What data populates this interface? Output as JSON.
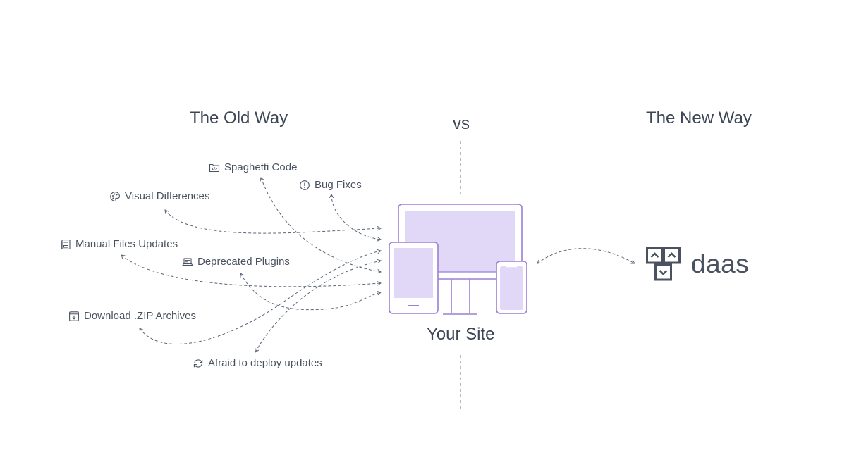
{
  "headings": {
    "old": "The Old Way",
    "vs": "vs",
    "new": "The New Way"
  },
  "old_way_items": [
    {
      "id": "spaghetti-code",
      "label": "Spaghetti Code",
      "icon": "code-folder-icon"
    },
    {
      "id": "bug-fixes",
      "label": "Bug Fixes",
      "icon": "info-circle-icon"
    },
    {
      "id": "visual-differences",
      "label": "Visual Differences",
      "icon": "palette-icon"
    },
    {
      "id": "manual-files-updates",
      "label": "Manual Files Updates",
      "icon": "files-icon"
    },
    {
      "id": "deprecated-plugins",
      "label": "Deprecated Plugins",
      "icon": "laptop-icon"
    },
    {
      "id": "download-zip",
      "label": "Download .ZIP Archives",
      "icon": "archive-download-icon"
    },
    {
      "id": "afraid-deploy",
      "label": "Afraid to deploy updates",
      "icon": "refresh-icon"
    }
  ],
  "center": {
    "caption": "Your Site",
    "icon": "devices-icon"
  },
  "new_way": {
    "brand": "daas",
    "icon": "daas-logo-icon"
  },
  "colors": {
    "text": "#3d4656",
    "accent": "#9b7fd4",
    "fill": "#e1d7f7",
    "arrow": "#5a6478"
  }
}
